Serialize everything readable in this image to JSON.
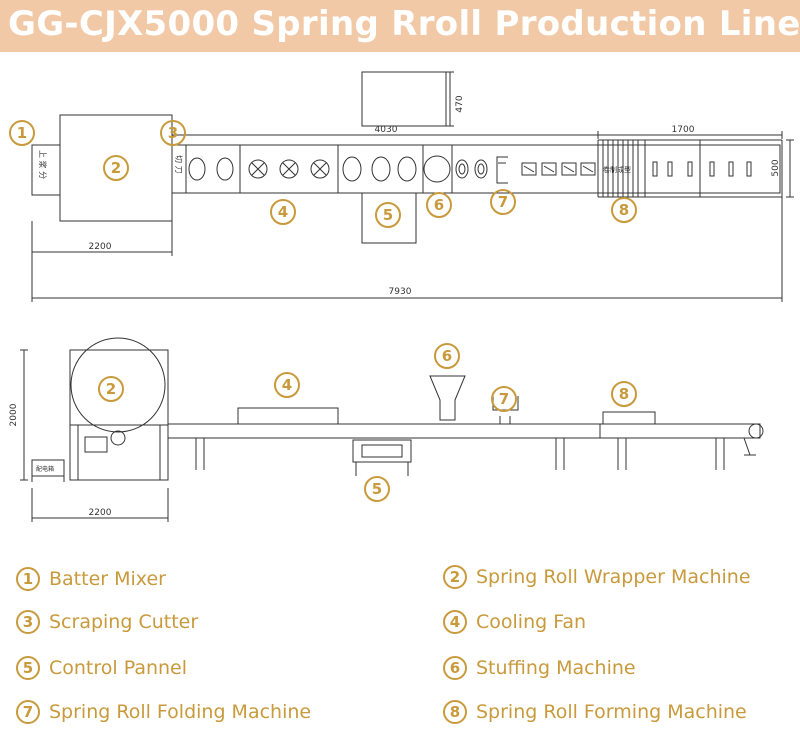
{
  "title": "GG-CJX5000 Spring Rroll Production Line",
  "colors": {
    "accent": "#c89a3c",
    "banner": "#f2c9a6",
    "line": "#333333"
  },
  "top_view": {
    "dims": {
      "d470": "470",
      "d4030": "4030",
      "d1700": "1700",
      "d500": "500",
      "d2200": "2200",
      "d7930": "7930"
    },
    "chinese_labels": {
      "mixer_side": "上 浆 分",
      "cutter_side": "切 刀",
      "forming_box": "卷制成型"
    },
    "markers": [
      "1",
      "2",
      "3",
      "4",
      "5",
      "6",
      "7",
      "8"
    ]
  },
  "side_view": {
    "dims": {
      "d2000": "2000",
      "d2200": "2200"
    },
    "chinese_labels": {
      "cabinet": "配电箱"
    },
    "markers": [
      "2",
      "4",
      "5",
      "6",
      "7",
      "8"
    ]
  },
  "legend": [
    {
      "num": "1",
      "label": "Batter Mixer"
    },
    {
      "num": "2",
      "label": "Spring Roll Wrapper Machine"
    },
    {
      "num": "3",
      "label": "Scraping Cutter"
    },
    {
      "num": "4",
      "label": "Cooling Fan"
    },
    {
      "num": "5",
      "label": "Control Pannel"
    },
    {
      "num": "6",
      "label": "Stuffing Machine"
    },
    {
      "num": "7",
      "label": "Spring Roll Folding Machine"
    },
    {
      "num": "8",
      "label": "Spring Roll Forming Machine"
    }
  ]
}
